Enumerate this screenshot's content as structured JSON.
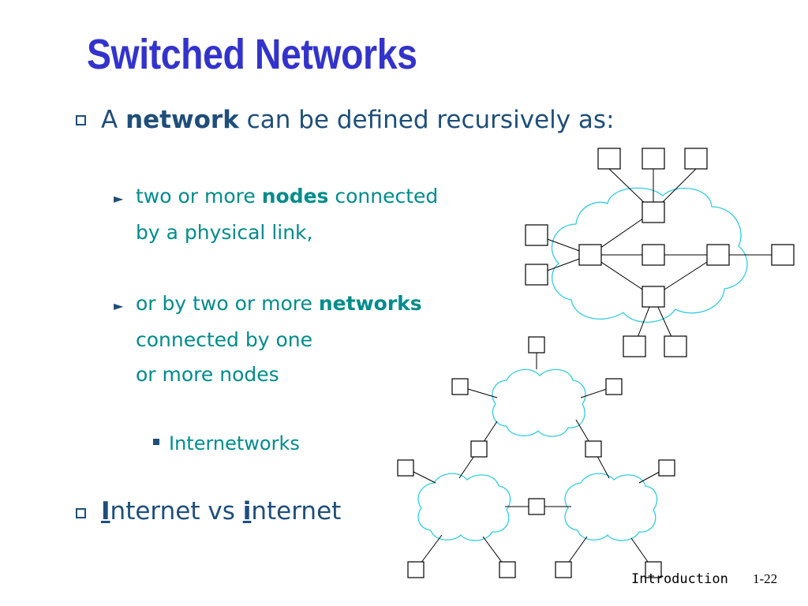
{
  "slide": {
    "title": "Switched Networks",
    "bullet1": {
      "pre": "A ",
      "bold": "network",
      "post": " can be defined recursively as:"
    },
    "sub1": {
      "pre": "two or more ",
      "bold": "nodes",
      "post": " connected",
      "line2": "by a physical link,"
    },
    "sub2": {
      "pre": "or by two or more ",
      "bold": "networks",
      "line2": "connected by one",
      "line3": "or more nodes"
    },
    "subsub": "Internetworks",
    "bullet2": {
      "cap1": "I",
      "mid": "nternet vs ",
      "cap2": "i",
      "end": "nternet"
    },
    "footer": {
      "left": "Introduction",
      "right": "1-22"
    }
  },
  "colors": {
    "title": "#3333cc",
    "text_main": "#1f4e79",
    "text_sub": "#008b8b",
    "cloud": "#33ccdd"
  }
}
